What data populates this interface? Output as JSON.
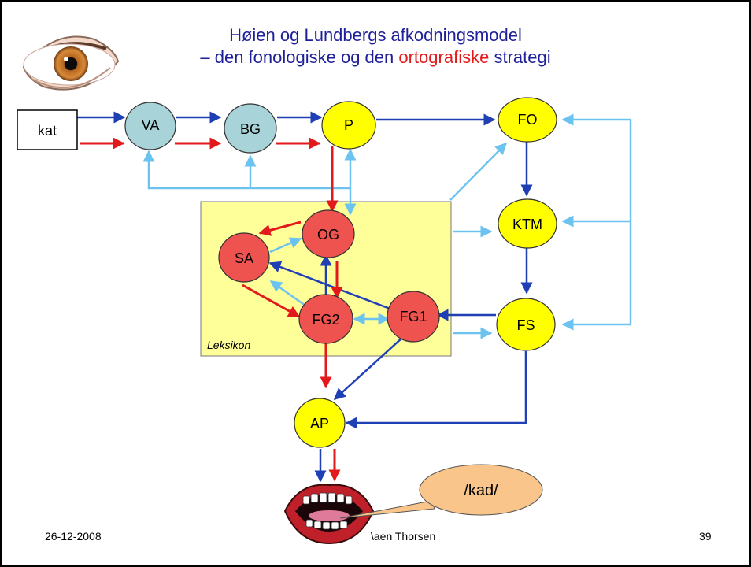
{
  "title": {
    "line1": "Høien og Lundbergs afkodningsmodel",
    "line2_prefix": "– den fonologiske og den ",
    "line2_highlight": "ortografiske",
    "line2_suffix": " strategi"
  },
  "input_word": "kat",
  "nodes": {
    "VA": "VA",
    "BG": "BG",
    "P": "P",
    "FO": "FO",
    "KTM": "KTM",
    "FS": "FS",
    "OG": "OG",
    "SA": "SA",
    "FG2": "FG2",
    "FG1": "FG1",
    "AP": "AP"
  },
  "lexicon_label": "Leksikon",
  "speech_bubble": "/kad/",
  "footer": {
    "date": "26-12-2008",
    "author": "\\aen Thorsen",
    "page": "39"
  },
  "colors": {
    "blue_arrow": "#1f3fb5",
    "light_arrow": "#6cc3ef",
    "red_arrow": "#e31a1c",
    "teal_node": "#a8d3d8",
    "yellow_node": "#ffff00",
    "red_node": "#ef5350",
    "lexicon_bg": "#ffff99",
    "bubble_bg": "#f9c58a"
  }
}
